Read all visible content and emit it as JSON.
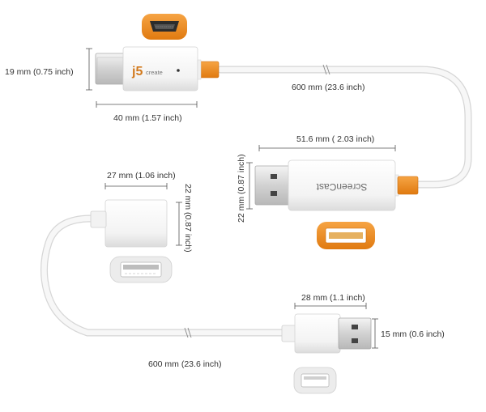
{
  "brand": {
    "logo": "j5create",
    "product_label": "ScreenCast"
  },
  "dimensions": {
    "hdmi_height": "19 mm (0.75 inch)",
    "hdmi_length": "40 mm (1.57 inch)",
    "cable_length_top": "600 mm (23.6 inch)",
    "dongle_length": "51.6 mm ( 2.03 inch)",
    "dongle_height": "22 mm (0.87 inch)",
    "usb_female_length": "27 mm (1.06 inch)",
    "usb_female_height": "22 mm (0.87 inch)",
    "usb_male_length": "28 mm (1.1 inch)",
    "usb_male_height": "15 mm (0.6 inch)",
    "cable_length_bottom": "600 mm (23.6 inch)"
  },
  "colors": {
    "accent_orange": "#f08c1e",
    "cable_white": "#f4f4f4",
    "cable_outline": "#d8d8d8",
    "metal_gray": "#c9c9c9"
  },
  "icons": [
    "hdmi-port-icon",
    "usb-a-port-icon",
    "usb-female-port-icon"
  ]
}
